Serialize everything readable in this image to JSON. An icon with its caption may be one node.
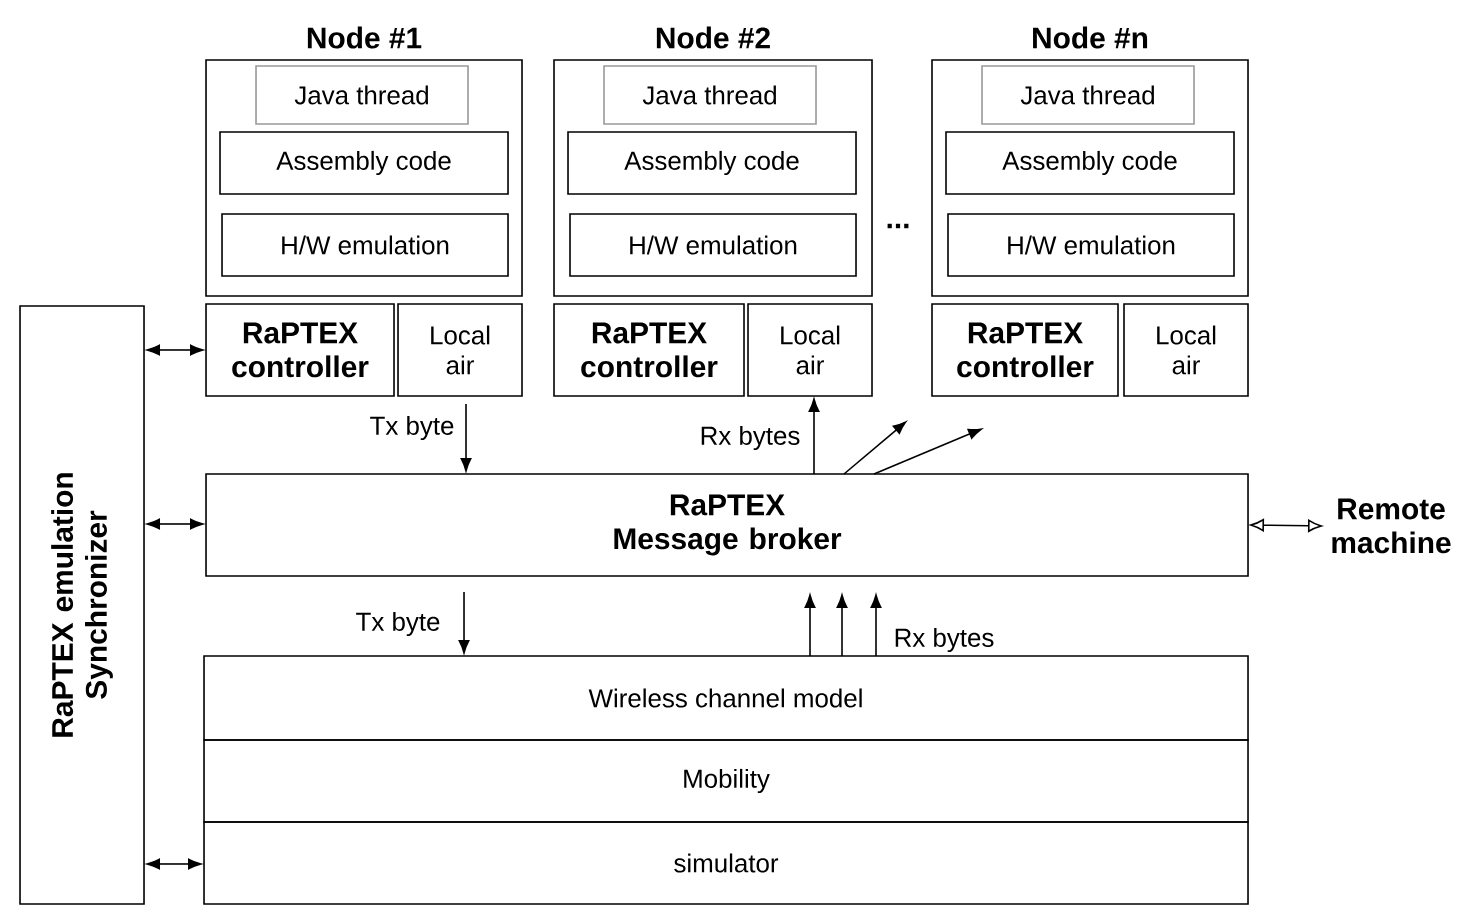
{
  "diagram": {
    "nodes": [
      {
        "text": [
          "RaPTEX emulation Synchronizer"
        ]
      },
      {
        "text": [
          "Node #1"
        ]
      },
      {
        "text": [
          "Java thread"
        ],
        "in": 1
      },
      {
        "text": [
          "Assembly code"
        ],
        "in": 1
      },
      {
        "text": [
          "H/W emulation"
        ],
        "in": 1
      },
      {
        "text": [
          "RaPTEX controller"
        ]
      },
      {
        "text": [
          "Local air"
        ]
      },
      {
        "text": [
          "Node #2"
        ]
      },
      {
        "text": [
          "Java thread"
        ],
        "in": 7
      },
      {
        "text": [
          "Assembly code"
        ],
        "in": 7
      },
      {
        "text": [
          "H/W emulation"
        ],
        "in": 7
      },
      {
        "text": [
          "RaPTEX controller"
        ]
      },
      {
        "text": [
          "Local air"
        ]
      },
      {
        "text": [
          "Node #n"
        ]
      },
      {
        "text": [
          "Java thread"
        ],
        "in": 13
      },
      {
        "text": [
          "Assembly code"
        ],
        "in": 13
      },
      {
        "text": [
          "H/W emulation"
        ],
        "in": 13
      },
      {
        "text": [
          "RaPTEX controller"
        ]
      },
      {
        "text": [
          "Local air"
        ]
      },
      {
        "text": [
          "RaPTEX Message broker"
        ]
      },
      {
        "text": [
          "Remote machine"
        ]
      },
      {
        "text": [
          "Wireless channel model"
        ]
      },
      {
        "text": [
          "Mobility"
        ]
      },
      {
        "text": [
          "simulator"
        ]
      }
    ],
    "edges": [
      {
        "from": 0,
        "to": 5,
        "arrow": "both"
      },
      {
        "from": 0,
        "to": 19,
        "arrow": "both"
      },
      {
        "from": 0,
        "to": 23,
        "arrow": "both"
      },
      {
        "from": 6,
        "to": 19,
        "arrow": "to",
        "label": "Tx byte"
      },
      {
        "from": 19,
        "to": 12,
        "arrow": "to",
        "label": "Rx bytes"
      },
      {
        "from": 19,
        "to": null,
        "arrow": "to"
      },
      {
        "from": 19,
        "to": null,
        "arrow": "to"
      },
      {
        "from": 19,
        "to": 21,
        "arrow": "to",
        "label": "Tx byte"
      },
      {
        "from": 21,
        "to": 19,
        "arrow": "to"
      },
      {
        "from": 21,
        "to": 19,
        "arrow": "to"
      },
      {
        "from": 21,
        "to": 19,
        "arrow": "to",
        "label": "Rx bytes"
      },
      {
        "from": 19,
        "to": 20,
        "arrow": "both"
      }
    ],
    "labels": [
      "..."
    ]
  }
}
